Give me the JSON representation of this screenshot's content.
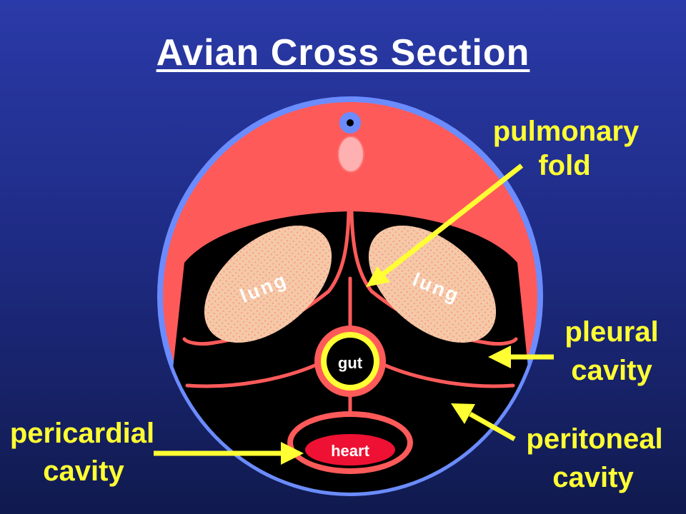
{
  "title": "Avian Cross Section",
  "labels": {
    "pulmonary_fold": [
      "pulmonary",
      "fold"
    ],
    "pleural_cavity": [
      "pleural",
      "cavity"
    ],
    "peritoneal_cavity": [
      "peritoneal",
      "cavity"
    ],
    "pericardial_cavity": [
      "pericardial",
      "cavity"
    ],
    "lung_left": "lung",
    "lung_right": "lung",
    "gut": "gut",
    "heart": "heart"
  },
  "colors": {
    "background_top": "#2a3aa8",
    "background_bottom": "#101a4e",
    "body_wall": "#ff5a5a",
    "body_outline": "#6b8cff",
    "cavity": "#000000",
    "lung": "#f4c9a6",
    "gut_ring": "#ffff33",
    "heart": "#ee1133",
    "label": "#ffff33",
    "arrow": "#ffff33"
  }
}
